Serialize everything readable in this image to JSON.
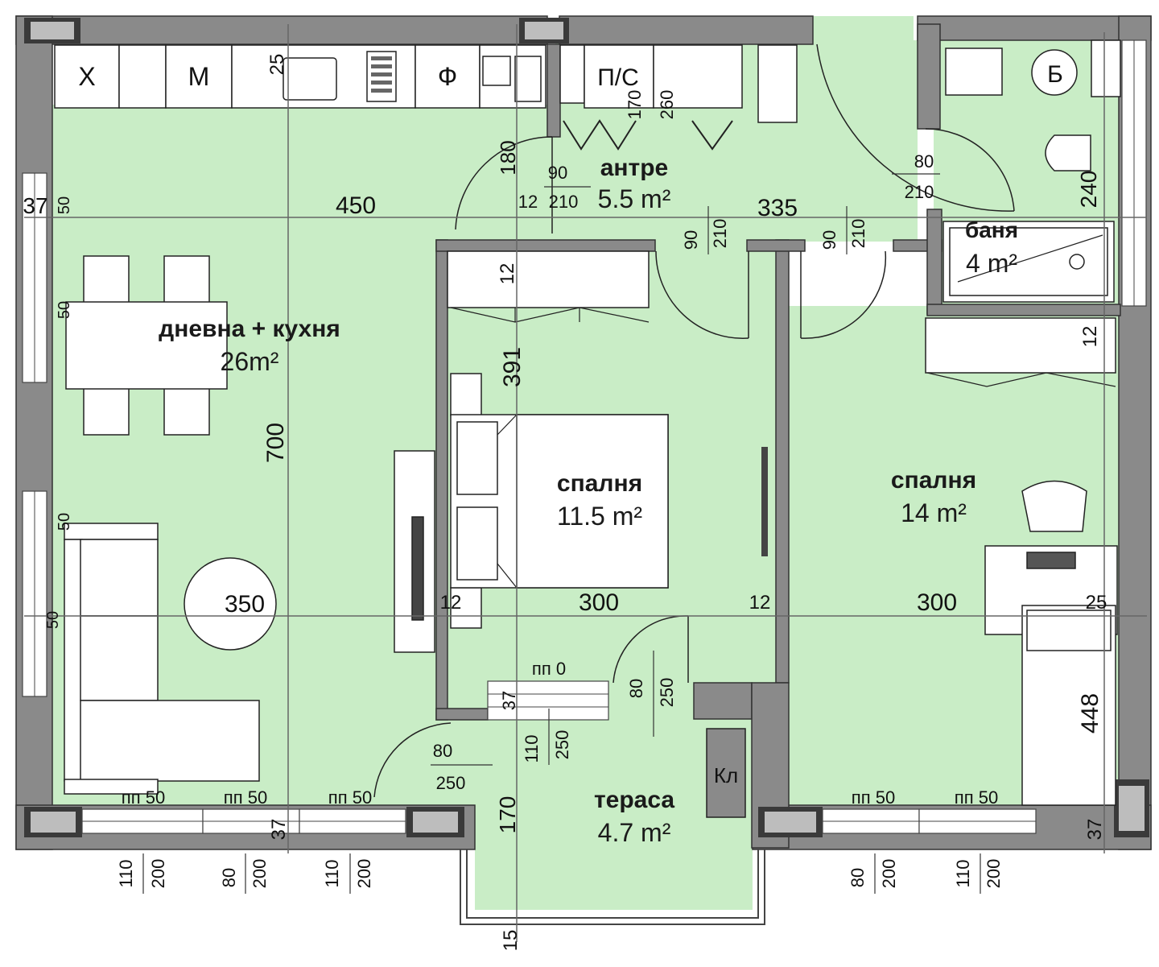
{
  "rooms": {
    "living": {
      "name": "дневна + кухня",
      "area": "26m²"
    },
    "hall": {
      "name": "антре",
      "area": "5.5 m²"
    },
    "bath": {
      "name": "баня",
      "area": "4 m²"
    },
    "bedroom1": {
      "name": "спалня",
      "area": "11.5 m²"
    },
    "bedroom2": {
      "name": "спалня",
      "area": "14 m²"
    },
    "terrace": {
      "name": "тераса",
      "area": "4.7 m²"
    }
  },
  "appliances": {
    "fridge": "Х",
    "washer": "М",
    "oven": "Ф",
    "dishwasher": "П/С",
    "boiler": "Б",
    "aircon": "Кл"
  },
  "dimensions": {
    "living_width": "450",
    "living_height": "700",
    "living_sub": "350",
    "hall_width": "335",
    "bed1_width": "300",
    "bed2_width": "300",
    "bed1_depth": "391",
    "bed2_depth": "448",
    "bath_depth": "240",
    "terrace_depth": "170",
    "wall12_a": "12",
    "wall12_b": "12",
    "wall12_c": "12",
    "wall12_d": "12",
    "wall12_e": "12",
    "wall25_a": "25",
    "wall25_b": "25",
    "wall15": "15",
    "wall37_a": "37",
    "wall37_b": "37",
    "wall37_c": "37",
    "wall37_d": "37",
    "hall_h180": "180",
    "hall_w170": "170",
    "hall_w260": "260"
  },
  "doors": {
    "entry": {
      "w": "90",
      "h": "210"
    },
    "hall_small": {
      "w": "12",
      "h": "210"
    },
    "bath": {
      "w": "80",
      "h": "210"
    },
    "bed1": {
      "w": "90",
      "h": "210"
    },
    "bed2": {
      "w": "90",
      "h": "210"
    },
    "balcony1": {
      "w": "80",
      "h": "250"
    },
    "balcony2": {
      "w": "80",
      "h": "250"
    },
    "balcony2_side": {
      "w": "110",
      "h": "250"
    }
  },
  "windows": {
    "sill_50": "пп 50",
    "sill_0": "пп 0",
    "left_50_a": "50",
    "left_50_b": "50",
    "left_50_c": "50",
    "left_50_d": "50",
    "w1": {
      "w": "110",
      "h": "200"
    },
    "w2": {
      "w": "80",
      "h": "200"
    },
    "w3": {
      "w": "110",
      "h": "200"
    },
    "w4": {
      "w": "80",
      "h": "200"
    },
    "w5": {
      "w": "110",
      "h": "200"
    }
  },
  "colors": {
    "floor": "#c9edc6",
    "wall": "#8a8a8a",
    "wall_dark": "#3a3a3a",
    "line": "#555555",
    "furniture": "#ffffff"
  }
}
